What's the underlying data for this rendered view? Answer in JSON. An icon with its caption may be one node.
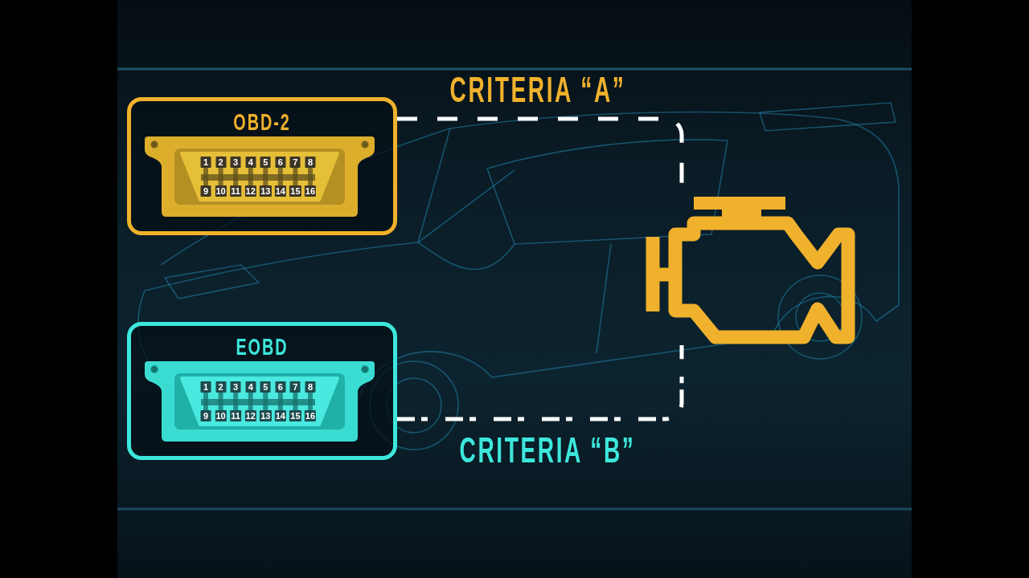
{
  "diagram": {
    "nodes": [
      {
        "text": [
          "OBD-2"
        ]
      },
      {
        "text": [
          "1",
          "2",
          "3",
          "4",
          "5",
          "6",
          "7",
          "8",
          "9",
          "10",
          "11",
          "12",
          "13",
          "14",
          "15",
          "16"
        ],
        "in": 0
      },
      {
        "text": [
          "EOBD"
        ]
      },
      {
        "text": [
          "1",
          "2",
          "3",
          "4",
          "5",
          "6",
          "7",
          "8",
          "9",
          "10",
          "11",
          "12",
          "13",
          "14",
          "15",
          "16"
        ],
        "in": 2
      },
      {
        "text": [],
        "shape": "picture"
      }
    ],
    "edges": [
      {
        "from": 0,
        "to": 4,
        "arrow": "none",
        "label": "CRITERIA “A”",
        "style": "dashed"
      },
      {
        "from": 2,
        "to": 4,
        "arrow": "none",
        "label": "CRITERIA “B”",
        "style": "dashed"
      }
    ]
  }
}
